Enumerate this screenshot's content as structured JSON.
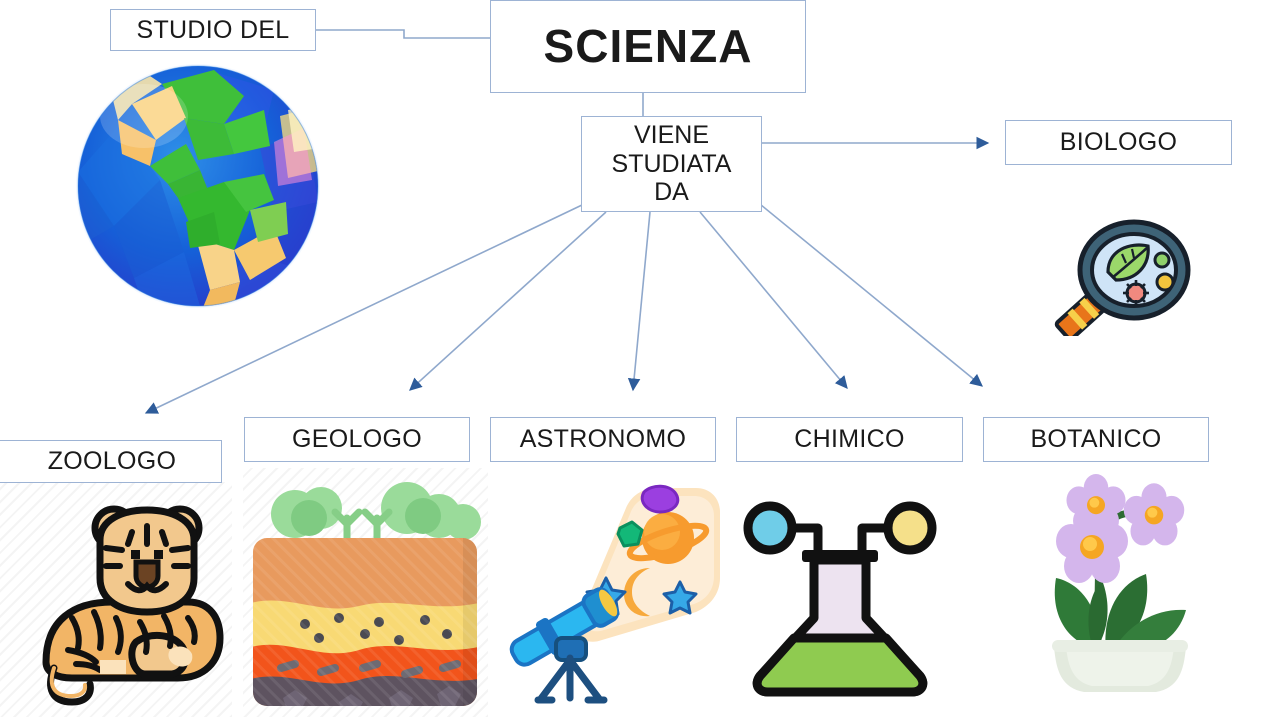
{
  "diagram": {
    "title": "SCIENZA",
    "language": "it",
    "nodes": [
      {
        "id": "studio-del",
        "label": "STUDIO DEL"
      },
      {
        "id": "scienza",
        "label": "SCIENZA"
      },
      {
        "id": "viene-studiata-da",
        "label": "VIENE STUDIATA DA",
        "line1": "VIENE",
        "line2": "STUDIATA",
        "line3": "DA"
      },
      {
        "id": "biologo",
        "label": "BIOLOGO"
      },
      {
        "id": "zoologo",
        "label": "ZOOLOGO"
      },
      {
        "id": "geologo",
        "label": "GEOLOGO"
      },
      {
        "id": "astronomo",
        "label": "ASTRONOMO"
      },
      {
        "id": "chimico",
        "label": "CHIMICO"
      },
      {
        "id": "botanico",
        "label": "BOTANICO"
      }
    ],
    "illustrations": [
      {
        "id": "earth-globe",
        "name": "earth-globe-illustration",
        "relates_to": "studio-del"
      },
      {
        "id": "magnifier-leaf",
        "name": "magnifying-glass-biology-illustration",
        "relates_to": "biologo"
      },
      {
        "id": "tiger",
        "name": "tiger-illustration",
        "relates_to": "zoologo"
      },
      {
        "id": "soil-layers",
        "name": "soil-layers-illustration",
        "relates_to": "geologo"
      },
      {
        "id": "telescope",
        "name": "telescope-illustration",
        "relates_to": "astronomo"
      },
      {
        "id": "flask",
        "name": "erlenmeyer-flask-illustration",
        "relates_to": "chimico"
      },
      {
        "id": "orchid",
        "name": "potted-orchid-illustration",
        "relates_to": "botanico"
      }
    ],
    "colors": {
      "box_border": "#9DB3D4",
      "connector_line": "#8FA8CC",
      "arrow_head": "#2E5C9A",
      "text": "#1a1a1a",
      "background": "#ffffff"
    }
  }
}
